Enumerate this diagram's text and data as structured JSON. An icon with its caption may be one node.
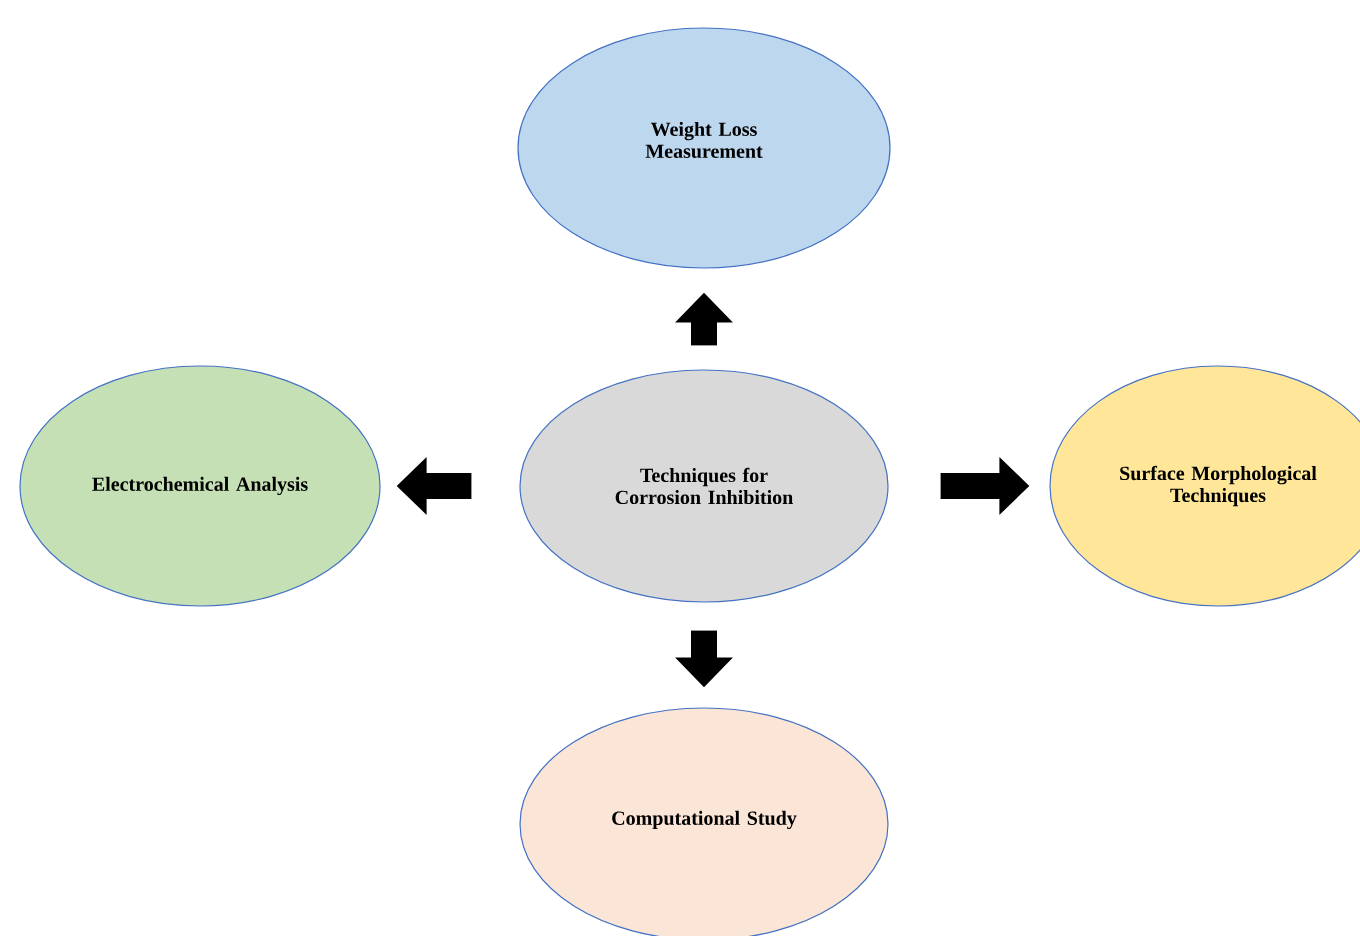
{
  "diagram": {
    "nodes": [
      {
        "text": [
          "Techniques for Corrosion Inhibition"
        ]
      },
      {
        "text": [
          "Weight Loss Measurement"
        ]
      },
      {
        "text": [
          "Electrochemical Analysis"
        ]
      },
      {
        "text": [
          "Surface Morphological Techniques"
        ]
      },
      {
        "text": [
          "Computational Study"
        ]
      }
    ],
    "edges": [
      {
        "from": 0,
        "to": 1,
        "arrow": "to"
      },
      {
        "from": 0,
        "to": 2,
        "arrow": "to"
      },
      {
        "from": 0,
        "to": 3,
        "arrow": "to"
      },
      {
        "from": 0,
        "to": 4,
        "arrow": "to"
      }
    ]
  }
}
